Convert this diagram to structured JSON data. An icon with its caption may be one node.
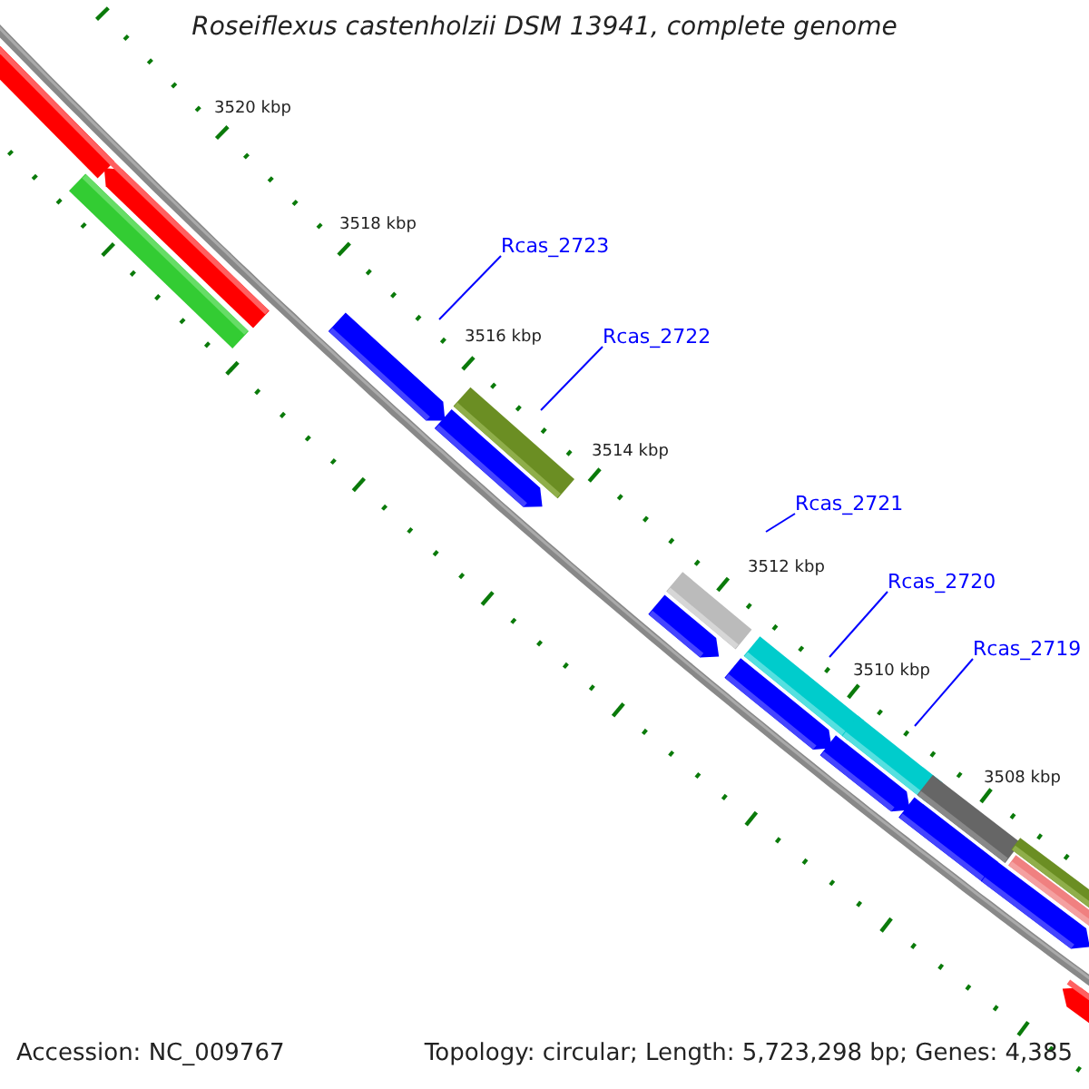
{
  "diagram": {
    "title": "Roseiflexus castenholzii DSM 13941, complete genome",
    "nodes": [
      {
        "text": [
          "Rcas_2723"
        ]
      },
      {
        "text": [
          "Rcas_2722"
        ]
      },
      {
        "text": [
          "Rcas_2721"
        ]
      },
      {
        "text": [
          "Rcas_2720"
        ]
      },
      {
        "text": [
          "Rcas_2719"
        ]
      }
    ],
    "edges": [
      {
        "from": 0,
        "to": null,
        "arrow": "none"
      },
      {
        "from": 1,
        "to": null,
        "arrow": "none"
      },
      {
        "from": 2,
        "to": null,
        "arrow": "none"
      },
      {
        "from": 3,
        "to": null,
        "arrow": "none"
      },
      {
        "from": 4,
        "to": null,
        "arrow": "none"
      }
    ],
    "labels": [
      "3520 kbp",
      "3518 kbp",
      "3516 kbp",
      "3514 kbp",
      "3512 kbp",
      "3510 kbp",
      "3508 kbp",
      "Accession: NC_009767",
      "Topology: circular; Length: 5,723,298 bp; Genes: 4,385"
    ]
  }
}
